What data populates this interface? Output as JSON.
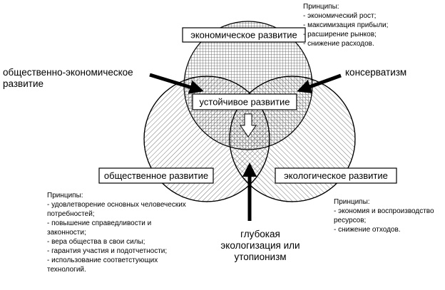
{
  "diagram": {
    "boxes": {
      "economic": "экономическое развитие",
      "sustainable": "устойчивое развитие",
      "social": "общественное развитие",
      "ecological": "экологическое развитие"
    },
    "arrows": {
      "socioeconomic": "общественно-экономическое развитие",
      "conservatism": "консерватизм",
      "deep_ecologization": "глубокая экологизация или утопионизм"
    },
    "principles": {
      "economic": {
        "title": "Принципы:",
        "items": [
          "экономический рост;",
          "максимизация прибыли;",
          "расширение рынков;",
          "снижение расходов."
        ]
      },
      "social": {
        "title": "Принципы:",
        "items": [
          "удовлетворение основных человеческих потребностей;",
          "повышение справедливости и законности;",
          "вера общества в свои силы;",
          "гарантия участия и подотчетности;",
          "использование соответстующих технологий."
        ]
      },
      "ecological": {
        "title": "Принципы:",
        "items": [
          "экономия и воспроизводство ресурсов;",
          "снижение отходов."
        ]
      }
    },
    "colors": {
      "line": "#000000",
      "background": "#ffffff",
      "box_fill": "#ffffff"
    }
  }
}
